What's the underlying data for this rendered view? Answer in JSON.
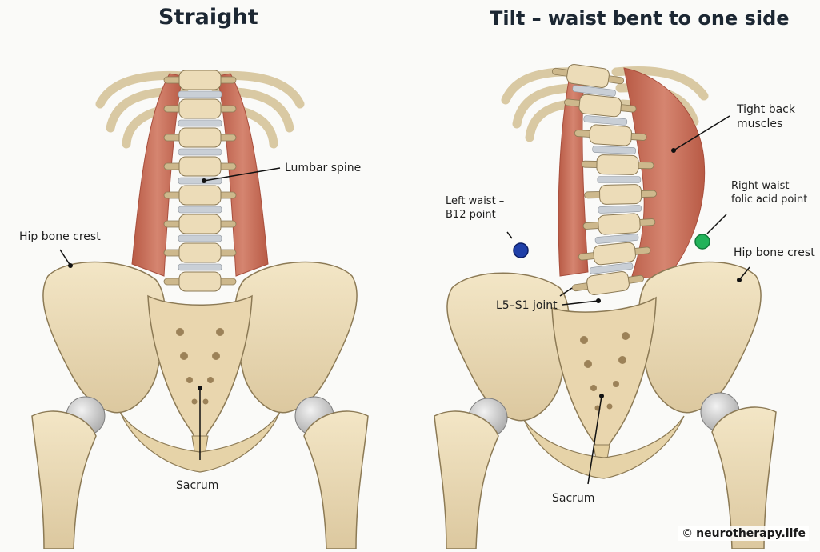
{
  "panels": {
    "left": {
      "title": "Straight",
      "labels": {
        "lumbar_spine": "Lumbar spine",
        "hip_bone_crest": "Hip bone crest",
        "sacrum": "Sacrum"
      }
    },
    "right": {
      "title": "Tilt – waist bent to one side",
      "labels": {
        "tight_back_muscles_1": "Tight back",
        "tight_back_muscles_2": "muscles",
        "right_waist_1": "Right waist –",
        "right_waist_2": "folic acid point",
        "left_waist_1": "Left waist –",
        "left_waist_2": "B12 point",
        "hip_bone_crest": "Hip bone crest",
        "l5_s1_joint": "L5–S1 joint",
        "sacrum": "Sacrum"
      }
    }
  },
  "points": {
    "left_waist_color": "#1f3fa8",
    "right_waist_color": "#22b35a"
  },
  "colors": {
    "bone": "#ecdcb8",
    "bone_shade": "#cdb88c",
    "bone_outline": "#8c7a55",
    "muscle": "#c9705a",
    "muscle_dark": "#a84f3d",
    "disc": "#c9cfd6",
    "leader": "#111111"
  },
  "copyright": {
    "symbol": "©",
    "text": "neurotherapy.life"
  }
}
